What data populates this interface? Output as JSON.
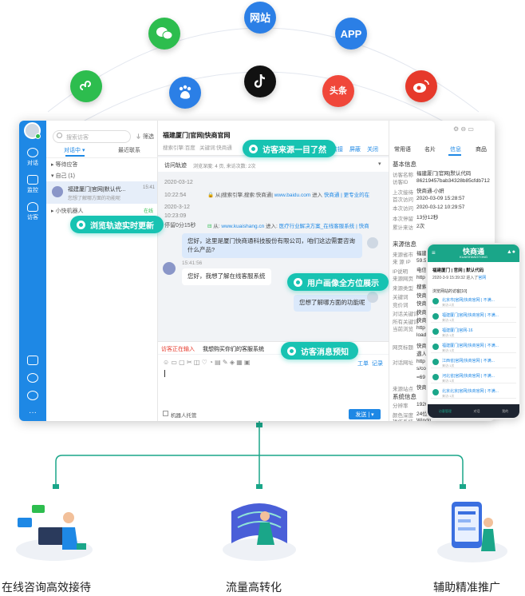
{
  "channels": {
    "website": "网站",
    "app": "APP",
    "toutiao": "头条"
  },
  "colors": {
    "primary": "#1e88e5",
    "accent": "#17c3b2",
    "wechat": "#2dbd4e",
    "weibo": "#e6392b",
    "toutiao": "#f0473a"
  },
  "sidebar": {
    "nav": [
      "对话",
      "监控",
      "访客"
    ]
  },
  "conv_list": {
    "search_placeholder": "搜索访客",
    "filter": "筛选",
    "tabs": [
      "对话中",
      "最近联系"
    ],
    "groups": {
      "waiting": "等待应答",
      "mine": "自己 (1)",
      "robot": "小快机器人",
      "robot_status": "在线"
    },
    "item": {
      "title": "福建厦门|官网|默认代...",
      "time": "15:41",
      "preview": "您想了解哪方面的功能呢"
    }
  },
  "chat": {
    "title": "福建厦门|官网|快商官网",
    "subtitle1": "搜索引擎:百度",
    "subtitle2": "关键词:快商通",
    "actions": [
      "转接",
      "屏蔽",
      "关闭"
    ],
    "trail_title": "访问轨迹",
    "trail_meta": "浏览深度: 4 页, 来访次数: 2次",
    "visits": [
      {
        "date": "2020-03-12",
        "time": "10:22:54",
        "from": "从|搜索引擎,搜索:快商通|",
        "url": "www.baidu.com",
        "action": "进入",
        "target": "快商通 | 更专业的在"
      },
      {
        "date": "2020-3-12",
        "time": "10:23:09",
        "stay": "停留0分15秒",
        "from": "从:",
        "url": "www.kuaishang.cn",
        "action": "进入:",
        "target": "医疗行业解决方案_在线客服系统 | 快商"
      }
    ],
    "msg1": "您好，这里是厦门快商通科技股份有限公司，咱们这边需要咨询什么产品?",
    "msg2_time": "15:41:56",
    "msg2": "您好，我想了解在线客服系统",
    "msg3": "您想了解哪方面的功能呢",
    "typing_label": "访客正在输入",
    "typing_text": "我想购买你们的客服系统",
    "tools": [
      "工单",
      "记录"
    ],
    "robot_checkbox": "机器人托管",
    "send": "发送"
  },
  "callouts": {
    "source": "访客来源一目了然",
    "trail": "浏览轨迹实时更新",
    "portrait": "用户画像全方位展示",
    "predict": "访客消息预知"
  },
  "info": {
    "tabs": [
      "常用语",
      "名片",
      "信息",
      "商品"
    ],
    "basic_title": "基本信息",
    "rows": [
      {
        "k": "访客名称",
        "v": "福建厦门|官网|默认代码"
      },
      {
        "k": "访客ID",
        "v": "86219457bab34328b85cfdb712c7982c"
      },
      {
        "k": "上次接待",
        "v": "快商通-小妍"
      },
      {
        "k": "首次访问",
        "v": "2020-03-09 15:28:57"
      },
      {
        "k": "本次访问",
        "v": "2020-03-12 10:29:57"
      },
      {
        "k": "本次停留",
        "v": "13分12秒"
      },
      {
        "k": "累计来访",
        "v": "2次"
      }
    ],
    "source_title": "来源信息",
    "source_rows": [
      {
        "k": "来源省市",
        "v": "福建"
      },
      {
        "k": "来 源 IP",
        "v": "59.5"
      },
      {
        "k": "IP说明",
        "v": "电信"
      },
      {
        "k": "来源网页",
        "v": "http"
      },
      {
        "k": "来源类型",
        "v": "搜索"
      },
      {
        "k": "关键词",
        "v": "快商"
      },
      {
        "k": "竞价词",
        "v": "快商"
      },
      {
        "k": "对话关键词",
        "v": "快商"
      },
      {
        "k": "所有关键词",
        "v": "快商"
      },
      {
        "k": "当前浏览",
        "v": "http"
      },
      {
        "k": "",
        "v": "load"
      },
      {
        "k": "网页标题",
        "v": "快商"
      },
      {
        "k": "",
        "v": "遇人"
      },
      {
        "k": "对话网址",
        "v": "http"
      },
      {
        "k": "",
        "v": "s/co"
      },
      {
        "k": "",
        "v": "=69"
      },
      {
        "k": "来源站点",
        "v": "快商"
      }
    ],
    "system_title": "系统信息",
    "system_rows": [
      {
        "k": "分辨率",
        "v": "1920"
      },
      {
        "k": "颜色深度",
        "v": "24位"
      },
      {
        "k": "操作系统",
        "v": "Windo"
      }
    ]
  },
  "phone": {
    "brand": "快商通",
    "brand_sub": "KUAISHANGTONG",
    "title": "福建厦门 | 官网 | 默认代码",
    "meta": "2020-3-9 15:39:32 进入了",
    "meta_link": "官网",
    "section": "浏览网站的访客[10]",
    "items": [
      {
        "t": "北京市|官网|快商官网 | 不满...",
        "s": "来访:2次"
      },
      {
        "t": "福建厦门|官网|快商官网 | 不满...",
        "s": "来访:1次"
      },
      {
        "t": "福建厦门|官网-16",
        "s": "来访:1次"
      },
      {
        "t": "福建厦门|官网|快商官网 | 不满...",
        "s": "来访:1次"
      },
      {
        "t": "江西省|官网|快商官网 | 不满...",
        "s": "来访:1次"
      },
      {
        "t": "河北省|官网|快商官网 | 不满...",
        "s": "来访:1次"
      },
      {
        "t": "北京北京|官网|快商官网 | 不满...",
        "s": "来访:1次"
      }
    ],
    "nav": [
      "访客管理",
      "对话",
      "我的"
    ]
  },
  "features": [
    "在线咨询高效接待",
    "流量高转化",
    "辅助精准推广"
  ]
}
